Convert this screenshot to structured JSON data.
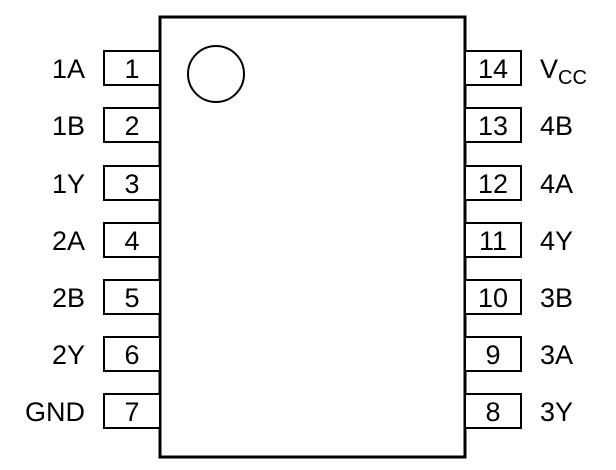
{
  "left_pins": [
    {
      "number": "1",
      "signal": "1A"
    },
    {
      "number": "2",
      "signal": "1B"
    },
    {
      "number": "3",
      "signal": "1Y"
    },
    {
      "number": "4",
      "signal": "2A"
    },
    {
      "number": "5",
      "signal": "2B"
    },
    {
      "number": "6",
      "signal": "2Y"
    },
    {
      "number": "7",
      "signal": "GND"
    }
  ],
  "right_pins": [
    {
      "number": "14",
      "signal_main": "V",
      "signal_sub": "CC"
    },
    {
      "number": "13",
      "signal": "4B"
    },
    {
      "number": "12",
      "signal": "4A"
    },
    {
      "number": "11",
      "signal": "4Y"
    },
    {
      "number": "10",
      "signal": "3B"
    },
    {
      "number": "9",
      "signal": "3A"
    },
    {
      "number": "8",
      "signal": "3Y"
    }
  ],
  "colors": {
    "stroke": "#000000",
    "background": "#ffffff"
  }
}
